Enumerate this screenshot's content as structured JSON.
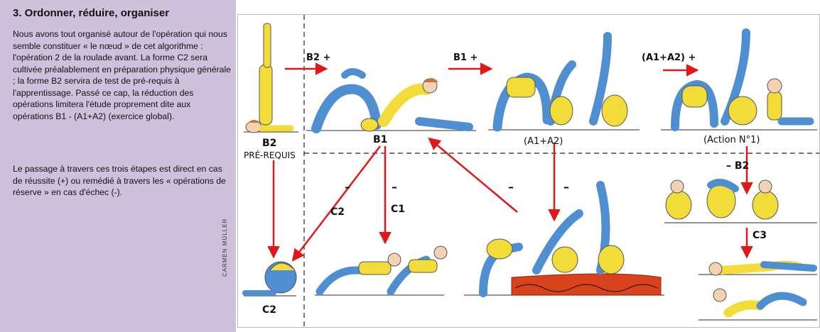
{
  "section": {
    "title": "3. Ordonner, réduire, organiser",
    "paragraph1": "Nous avons tout organisé autour de l'opération qui nous semble constituer « le nœud » de cet algorithme : l'opération 2 de la roulade avant. La forme C2 sera cultivée préalablement en préparation physique générale ; la forme B2 servira de test de pré-requis à l'apprentissage. Passé ce cap, la réduction des opérations limitera l'étude proprement dite aux opérations B1 - (A1+A2) (exercice global).",
    "paragraph2": "Le passage à travers ces trois étapes est direct en cas de réussite (+) ou remédié à travers les « opérations de réserve » en cas d'échec (-).",
    "credit": "CARMEN MÜLLER"
  },
  "diagram": {
    "labels": {
      "b2_plus": "B2 +",
      "b1_plus": "B1 +",
      "a1a2_plus": "(A1+A2) +",
      "b2": "B2",
      "prerequis": "PRÉ-REQUIS",
      "b1": "B1",
      "a1a2": "(A1+A2)",
      "action": "(Action N°1)",
      "minus_b2": "– B2",
      "c2_arrow": "C2",
      "c1_arrow": "C1",
      "minus_1": "–",
      "minus_2": "–",
      "minus_3": "–",
      "minus_4": "–",
      "c3": "C3",
      "c2_bottom": "C2"
    },
    "colors": {
      "arrow": "#e01818",
      "shirt": "#f2dc3a",
      "trousers": "#4f8fd1",
      "hair": "#c8743a",
      "skin": "#f4d3b4",
      "mat": "#d8421c",
      "sidebar": "#cfc0dc"
    }
  }
}
